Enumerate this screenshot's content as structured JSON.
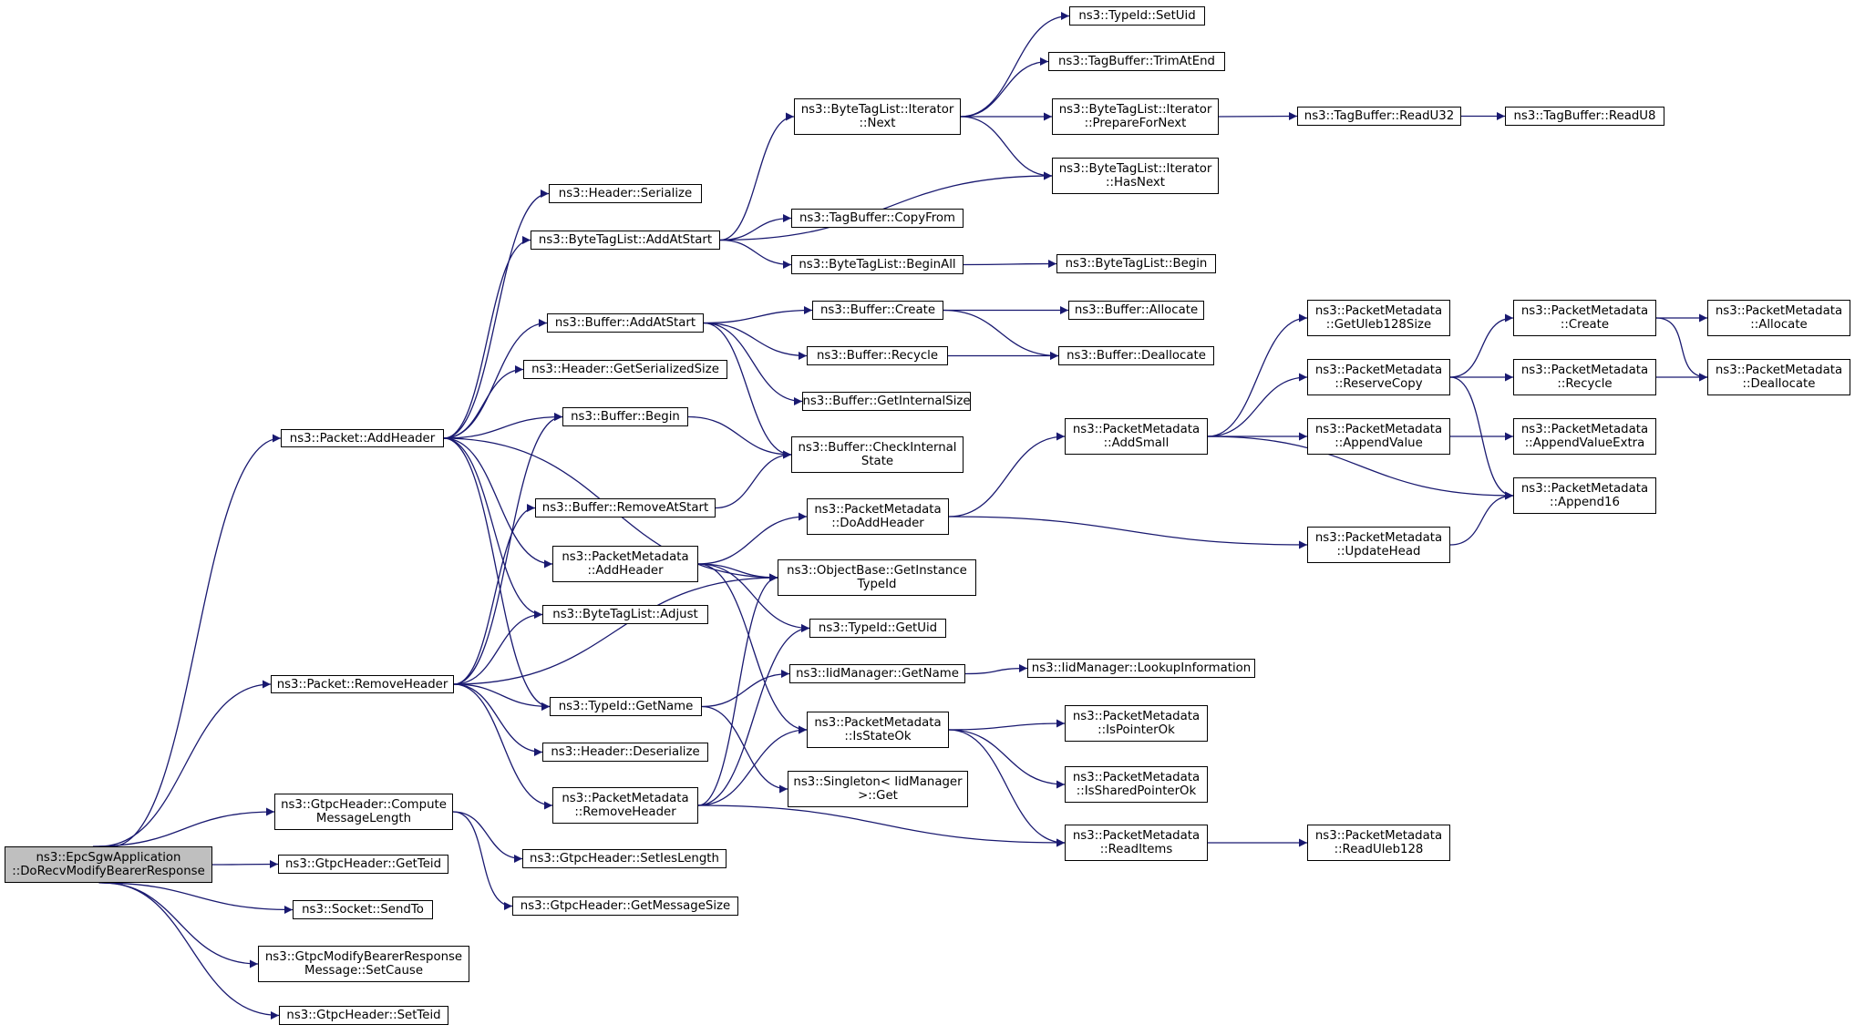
{
  "diagram": {
    "type": "call-graph",
    "root": "ns3::EpcSgwApplication\n::DoRecvModifyBearerResponse",
    "colors": {
      "edge": "#191970",
      "root_fill": "#bfbfbf",
      "node_fill": "#ffffff",
      "node_border": "#000000"
    },
    "nodes": [
      {
        "id": "root",
        "label": "ns3::EpcSgwApplication\n::DoRecvModifyBearerResponse"
      },
      {
        "id": "p_addheader",
        "label": "ns3::Packet::AddHeader"
      },
      {
        "id": "p_removeheader",
        "label": "ns3::Packet::RemoveHeader"
      },
      {
        "id": "gtpc_compute",
        "label": "ns3::GtpcHeader::Compute\nMessageLength"
      },
      {
        "id": "gtpc_getteid",
        "label": "ns3::GtpcHeader::GetTeid"
      },
      {
        "id": "socket_sendto",
        "label": "ns3::Socket::SendTo"
      },
      {
        "id": "gtpc_setcause",
        "label": "ns3::GtpcModifyBearerResponse\nMessage::SetCause"
      },
      {
        "id": "gtpc_setteid",
        "label": "ns3::GtpcHeader::SetTeid"
      },
      {
        "id": "hdr_serialize",
        "label": "ns3::Header::Serialize"
      },
      {
        "id": "btl_addatstart",
        "label": "ns3::ByteTagList::AddAtStart"
      },
      {
        "id": "buf_addatstart",
        "label": "ns3::Buffer::AddAtStart"
      },
      {
        "id": "hdr_getsersize",
        "label": "ns3::Header::GetSerializedSize"
      },
      {
        "id": "buf_begin",
        "label": "ns3::Buffer::Begin"
      },
      {
        "id": "buf_removeatstart",
        "label": "ns3::Buffer::RemoveAtStart"
      },
      {
        "id": "pm_addheader",
        "label": "ns3::PacketMetadata\n::AddHeader"
      },
      {
        "id": "btl_adjust",
        "label": "ns3::ByteTagList::Adjust"
      },
      {
        "id": "typeid_getname",
        "label": "ns3::TypeId::GetName"
      },
      {
        "id": "hdr_deserialize",
        "label": "ns3::Header::Deserialize"
      },
      {
        "id": "pm_removeheader",
        "label": "ns3::PacketMetadata\n::RemoveHeader"
      },
      {
        "id": "gtpc_setieslen",
        "label": "ns3::GtpcHeader::SetIesLength"
      },
      {
        "id": "gtpc_getmsgsize",
        "label": "ns3::GtpcHeader::GetMessageSize"
      },
      {
        "id": "btli_next",
        "label": "ns3::ByteTagList::Iterator\n::Next"
      },
      {
        "id": "tb_copyfrom",
        "label": "ns3::TagBuffer::CopyFrom"
      },
      {
        "id": "btl_beginall",
        "label": "ns3::ByteTagList::BeginAll"
      },
      {
        "id": "buf_create",
        "label": "ns3::Buffer::Create"
      },
      {
        "id": "buf_recycle",
        "label": "ns3::Buffer::Recycle"
      },
      {
        "id": "buf_getinternalsize",
        "label": "ns3::Buffer::GetInternalSize"
      },
      {
        "id": "buf_checkinternal",
        "label": "ns3::Buffer::CheckInternal\nState"
      },
      {
        "id": "pm_doaddheader",
        "label": "ns3::PacketMetadata\n::DoAddHeader"
      },
      {
        "id": "ob_getinstance",
        "label": "ns3::ObjectBase::GetInstance\nTypeId"
      },
      {
        "id": "typeid_getuid",
        "label": "ns3::TypeId::GetUid"
      },
      {
        "id": "iid_getname",
        "label": "ns3::IidManager::GetName"
      },
      {
        "id": "pm_isstateok",
        "label": "ns3::PacketMetadata\n::IsStateOk"
      },
      {
        "id": "singleton_get",
        "label": "ns3::Singleton< IidManager\n>::Get"
      },
      {
        "id": "typeid_setuid",
        "label": "ns3::TypeId::SetUid"
      },
      {
        "id": "tb_trimatend",
        "label": "ns3::TagBuffer::TrimAtEnd"
      },
      {
        "id": "btli_prepare",
        "label": "ns3::ByteTagList::Iterator\n::PrepareForNext"
      },
      {
        "id": "btli_hasnext",
        "label": "ns3::ByteTagList::Iterator\n::HasNext"
      },
      {
        "id": "btl_begin",
        "label": "ns3::ByteTagList::Begin"
      },
      {
        "id": "buf_allocate",
        "label": "ns3::Buffer::Allocate"
      },
      {
        "id": "buf_deallocate",
        "label": "ns3::Buffer::Deallocate"
      },
      {
        "id": "pm_addsmall",
        "label": "ns3::PacketMetadata\n::AddSmall"
      },
      {
        "id": "iid_lookup",
        "label": "ns3::IidManager::LookupInformation"
      },
      {
        "id": "pm_ispointerok",
        "label": "ns3::PacketMetadata\n::IsPointerOk"
      },
      {
        "id": "pm_issharedok",
        "label": "ns3::PacketMetadata\n::IsSharedPointerOk"
      },
      {
        "id": "pm_readitems",
        "label": "ns3::PacketMetadata\n::ReadItems"
      },
      {
        "id": "tb_readu32",
        "label": "ns3::TagBuffer::ReadU32"
      },
      {
        "id": "tb_readu8",
        "label": "ns3::TagBuffer::ReadU8"
      },
      {
        "id": "pm_getuleb",
        "label": "ns3::PacketMetadata\n::GetUleb128Size"
      },
      {
        "id": "pm_reservecopy",
        "label": "ns3::PacketMetadata\n::ReserveCopy"
      },
      {
        "id": "pm_appendvalue",
        "label": "ns3::PacketMetadata\n::AppendValue"
      },
      {
        "id": "pm_updatehead",
        "label": "ns3::PacketMetadata\n::UpdateHead"
      },
      {
        "id": "pm_readuleb",
        "label": "ns3::PacketMetadata\n::ReadUleb128"
      },
      {
        "id": "pm_create",
        "label": "ns3::PacketMetadata\n::Create"
      },
      {
        "id": "pm_recycle",
        "label": "ns3::PacketMetadata\n::Recycle"
      },
      {
        "id": "pm_appendvalueextra",
        "label": "ns3::PacketMetadata\n::AppendValueExtra"
      },
      {
        "id": "pm_append16",
        "label": "ns3::PacketMetadata\n::Append16"
      },
      {
        "id": "pm_allocate",
        "label": "ns3::PacketMetadata\n::Allocate"
      },
      {
        "id": "pm_deallocate",
        "label": "ns3::PacketMetadata\n::Deallocate"
      }
    ],
    "edges": [
      [
        "root",
        "p_addheader"
      ],
      [
        "root",
        "p_removeheader"
      ],
      [
        "root",
        "gtpc_compute"
      ],
      [
        "root",
        "gtpc_getteid"
      ],
      [
        "root",
        "socket_sendto"
      ],
      [
        "root",
        "gtpc_setcause"
      ],
      [
        "root",
        "gtpc_setteid"
      ],
      [
        "p_addheader",
        "hdr_serialize"
      ],
      [
        "p_addheader",
        "btl_addatstart"
      ],
      [
        "p_addheader",
        "buf_addatstart"
      ],
      [
        "p_addheader",
        "hdr_getsersize"
      ],
      [
        "p_addheader",
        "buf_begin"
      ],
      [
        "p_addheader",
        "ob_getinstance"
      ],
      [
        "p_addheader",
        "pm_addheader"
      ],
      [
        "p_addheader",
        "btl_adjust"
      ],
      [
        "p_addheader",
        "typeid_getname"
      ],
      [
        "p_removeheader",
        "buf_begin"
      ],
      [
        "p_removeheader",
        "buf_removeatstart"
      ],
      [
        "p_removeheader",
        "btl_adjust"
      ],
      [
        "p_removeheader",
        "ob_getinstance"
      ],
      [
        "p_removeheader",
        "typeid_getname"
      ],
      [
        "p_removeheader",
        "hdr_deserialize"
      ],
      [
        "p_removeheader",
        "pm_removeheader"
      ],
      [
        "gtpc_compute",
        "gtpc_setieslen"
      ],
      [
        "gtpc_compute",
        "gtpc_getmsgsize"
      ],
      [
        "btl_addatstart",
        "btli_next"
      ],
      [
        "btl_addatstart",
        "btli_hasnext"
      ],
      [
        "btl_addatstart",
        "tb_copyfrom"
      ],
      [
        "btl_addatstart",
        "btl_beginall"
      ],
      [
        "buf_addatstart",
        "buf_create"
      ],
      [
        "buf_addatstart",
        "buf_recycle"
      ],
      [
        "buf_addatstart",
        "buf_getinternalsize"
      ],
      [
        "buf_addatstart",
        "buf_checkinternal"
      ],
      [
        "buf_begin",
        "buf_checkinternal"
      ],
      [
        "buf_removeatstart",
        "buf_checkinternal"
      ],
      [
        "pm_addheader",
        "pm_doaddheader"
      ],
      [
        "pm_addheader",
        "ob_getinstance"
      ],
      [
        "pm_addheader",
        "typeid_getuid"
      ],
      [
        "pm_addheader",
        "pm_isstateok"
      ],
      [
        "typeid_getname",
        "iid_getname"
      ],
      [
        "typeid_getname",
        "singleton_get"
      ],
      [
        "pm_removeheader",
        "ob_getinstance"
      ],
      [
        "pm_removeheader",
        "typeid_getuid"
      ],
      [
        "pm_removeheader",
        "pm_isstateok"
      ],
      [
        "pm_removeheader",
        "pm_readitems"
      ],
      [
        "btli_next",
        "typeid_setuid"
      ],
      [
        "btli_next",
        "tb_trimatend"
      ],
      [
        "btli_next",
        "btli_prepare"
      ],
      [
        "btli_next",
        "btli_hasnext"
      ],
      [
        "btl_beginall",
        "btl_begin"
      ],
      [
        "buf_create",
        "buf_allocate"
      ],
      [
        "buf_create",
        "buf_deallocate"
      ],
      [
        "buf_recycle",
        "buf_deallocate"
      ],
      [
        "pm_doaddheader",
        "pm_addsmall"
      ],
      [
        "pm_doaddheader",
        "pm_updatehead"
      ],
      [
        "iid_getname",
        "iid_lookup"
      ],
      [
        "pm_isstateok",
        "pm_ispointerok"
      ],
      [
        "pm_isstateok",
        "pm_issharedok"
      ],
      [
        "pm_isstateok",
        "pm_readitems"
      ],
      [
        "btli_prepare",
        "tb_readu32"
      ],
      [
        "tb_readu32",
        "tb_readu8"
      ],
      [
        "pm_addsmall",
        "pm_getuleb"
      ],
      [
        "pm_addsmall",
        "pm_reservecopy"
      ],
      [
        "pm_addsmall",
        "pm_appendvalue"
      ],
      [
        "pm_addsmall",
        "pm_append16"
      ],
      [
        "pm_readitems",
        "pm_readuleb"
      ],
      [
        "pm_reservecopy",
        "pm_create"
      ],
      [
        "pm_reservecopy",
        "pm_recycle"
      ],
      [
        "pm_reservecopy",
        "pm_append16"
      ],
      [
        "pm_appendvalue",
        "pm_appendvalueextra"
      ],
      [
        "pm_updatehead",
        "pm_append16"
      ],
      [
        "pm_create",
        "pm_allocate"
      ],
      [
        "pm_create",
        "pm_deallocate"
      ],
      [
        "pm_recycle",
        "pm_deallocate"
      ]
    ]
  }
}
